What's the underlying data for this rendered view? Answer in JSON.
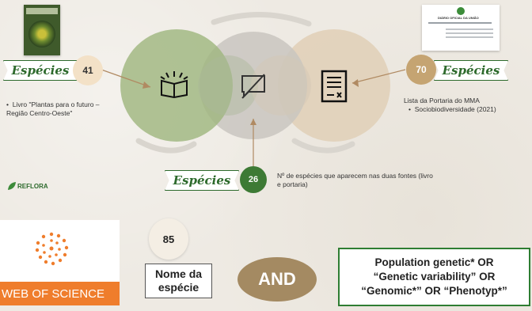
{
  "top_left": {
    "banner_label": "Espécies",
    "count": "41",
    "bullet_text": "Livro \"Plantas para o futuro – Região Centro-Oeste\""
  },
  "top_right": {
    "banner_label": "Espécies",
    "count": "70",
    "line1": "Lista da Portaria do MMA",
    "bullet_text": "Sociobiodiversidade (2021)"
  },
  "middle": {
    "banner_label": "Espécies",
    "count": "26",
    "description": "Nº de espécies que aparecem nas duas fontes (livro e portaria)"
  },
  "reflora": {
    "logo_text": "REFLORA"
  },
  "wos": {
    "label": "WEB OF SCIENCE"
  },
  "bottom": {
    "count": "85",
    "nome_label": "Nome da espécie",
    "and_label": "AND",
    "query_line1": "Population genetic* OR",
    "query_line2": "“Genetic variability” OR",
    "query_line3": "“Genomic*” OR “Phenotyp*”"
  },
  "colors": {
    "green_circle": "#9db57d",
    "gray_circle": "#c9c6c0",
    "tan_circle": "#e2d2bb",
    "accent_green": "#2d6a2c",
    "orange": "#ef7d2c"
  },
  "icons": [
    "book-icon",
    "no-message-icon",
    "document-icon",
    "reflora-leaf-icon",
    "wos-logo-icon"
  ]
}
